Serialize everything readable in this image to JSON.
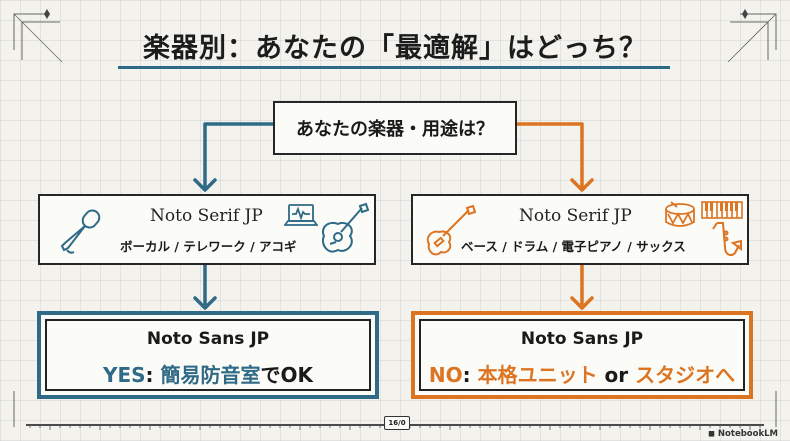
{
  "title": "楽器別：あなたの「最適解」はどっち？",
  "question": "あなたの楽器・用途は？",
  "left": {
    "font_name": "Noto Serif JP",
    "instruments": "ボーカル / テレワーク / アコギ",
    "result_font": "Noto Sans JP",
    "result_tag": "YES",
    "result_sep": ": ",
    "result_highlight": "簡易防音室",
    "result_tail": "でOK"
  },
  "right": {
    "font_name": "Noto Serif JP",
    "instruments": "ベース / ドラム / 電子ピアノ / サックス",
    "result_font": "Noto Sans JP",
    "result_tag": "NO",
    "result_sep": ": ",
    "result_highlight": "本格ユニット",
    "result_mid": " or ",
    "result_highlight2": "スタジオ",
    "result_tail": "へ"
  },
  "footer": {
    "page_number": "16/0",
    "brand": "NotebookLM"
  },
  "colors": {
    "blue": "#2f6a86",
    "orange": "#dc7422",
    "ink": "#1a1a1a",
    "background": "#f3f2ec"
  },
  "icons": [
    "microphone-icon",
    "laptop-icon",
    "acoustic-guitar-icon",
    "bass-guitar-icon",
    "drum-icon",
    "keyboard-icon",
    "saxophone-icon",
    "notebooklm-icon"
  ]
}
